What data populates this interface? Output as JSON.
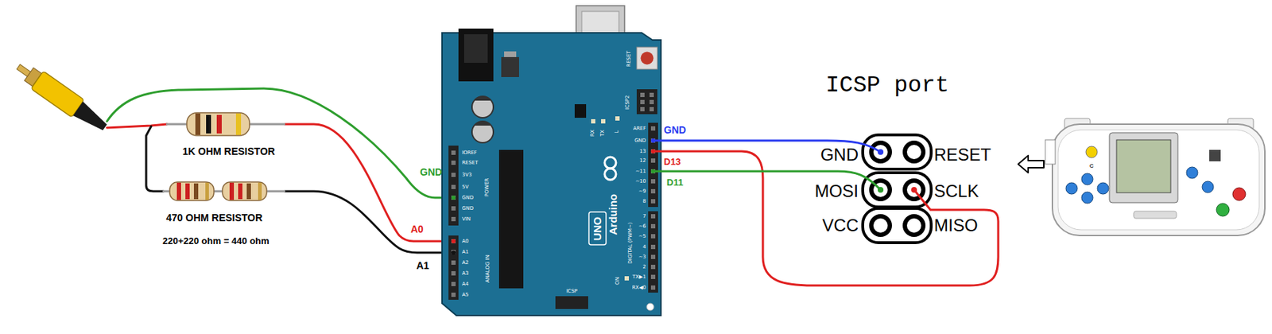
{
  "diagram": {
    "labels": [
      "1K OHM RESISTOR",
      "470 OHM RESISTOR",
      "220+220 ohm = 440 ohm",
      "GND",
      "A0",
      "A1",
      "RESET",
      "ICSP2",
      "RX",
      "TX",
      "L",
      "AREF",
      "GND",
      "13",
      "12",
      "~11",
      "~10",
      "~9",
      "8",
      "7",
      "~6",
      "~5",
      "4",
      "~3",
      "2",
      "TX▶1",
      "RX◀0",
      "DIGITAL (PWM~)",
      "Arduino",
      "UNO",
      "IOREF",
      "RESET",
      "3V3",
      "5V",
      "GND",
      "GND",
      "VIN",
      "POWER",
      "A0",
      "A1",
      "A2",
      "A3",
      "A4",
      "A5",
      "ANALOG IN",
      "ICSP",
      "ON",
      "GND",
      "D13",
      "D11",
      "ICSP port",
      "GND",
      "RESET",
      "MOSI",
      "SCLK",
      "VCC",
      "MISO",
      "C"
    ]
  }
}
